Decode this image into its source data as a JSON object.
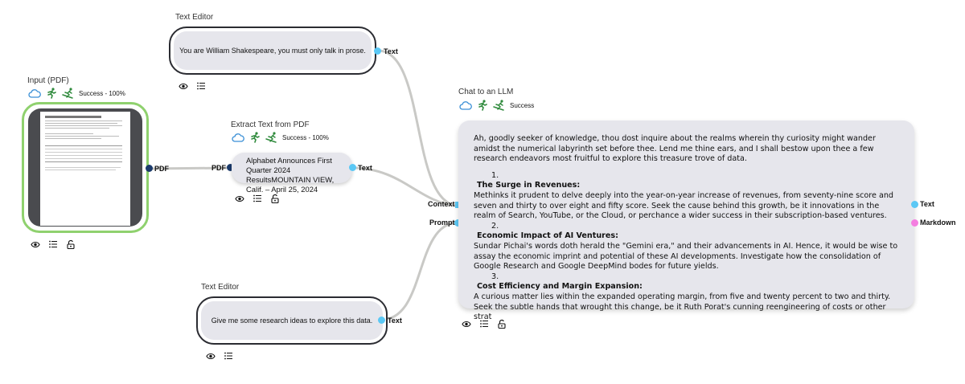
{
  "colors": {
    "port_blue": "#5bc8f5",
    "port_dark": "#1b3a6b",
    "port_pink": "#f47ee0",
    "pdf_border": "#8fd16e",
    "node_border": "#2b2c32",
    "icon_blue": "#3a8fd6",
    "icon_green": "#2f8a3c"
  },
  "icons": [
    "cloud-icon",
    "runner-icon",
    "skier-icon",
    "eye-icon",
    "list-icon",
    "unlock-icon"
  ],
  "input_pdf": {
    "title": "Input (PDF)",
    "status": "Success - 100%",
    "out_port": "PDF"
  },
  "text_editor_1": {
    "title": "Text Editor",
    "text": "You are William Shakespeare, you must only talk in prose.",
    "out_port": "Text"
  },
  "extract_pdf": {
    "title": "Extract Text from PDF",
    "status": "Success - 100%",
    "in_port": "PDF",
    "out_port": "Text",
    "preview": "Alphabet Announces First Quarter 2024 ResultsMOUNTAIN VIEW, Calif. – April 25, 2024"
  },
  "text_editor_2": {
    "title": "Text Editor",
    "text": "Give me some research ideas to explore this data.",
    "out_port": "Text"
  },
  "llm": {
    "title": "Chat to an LLM",
    "status": "Success",
    "in_ports": [
      "Context",
      "Prompt"
    ],
    "out_ports": [
      "Text",
      "Markdown"
    ],
    "intro": "Ah, goodly seeker of knowledge, thou dost inquire about the realms wherein thy curiosity might wander amidst the numerical labyrinth set before thee. Lend me thine ears, and I shall bestow upon thee a few research endeavors most fruitful to explore this treasure trove of data.",
    "items": [
      {
        "num": "1.",
        "heading": "The Surge in Revenues:",
        "body": "Methinks it prudent to delve deeply into the year-on-year increase of revenues, from seventy-nine score and seven and thirty to over eight and fifty score. Seek the cause behind this growth, be it innovations in the realm of Search, YouTube, or the Cloud, or perchance a wider success in their subscription-based ventures."
      },
      {
        "num": "2.",
        "heading": "Economic Impact of AI Ventures:",
        "body": "Sundar Pichai's words doth herald the \"Gemini era,\" and their advancements in AI. Hence, it would be wise to assay the economic imprint and potential of these AI developments. Investigate how the consolidation of Google Research and Google DeepMind bodes for future yields."
      },
      {
        "num": "3.",
        "heading": "Cost Efficiency and Margin Expansion:",
        "body": "A curious matter lies within the expanded operating margin, from five and twenty percent to two and thirty. Seek the subtle hands that wrought this change, be it Ruth Porat's cunning reengineering of costs or other strat"
      }
    ]
  }
}
